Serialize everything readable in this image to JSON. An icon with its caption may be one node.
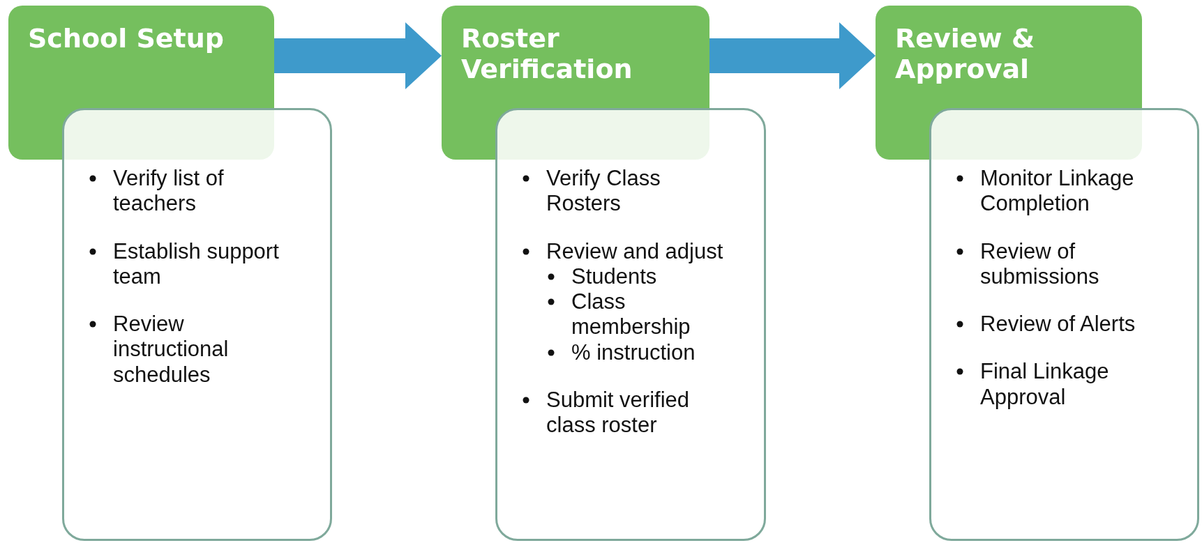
{
  "diagram": {
    "nodes": [
      {
        "text": [
          "School Setup"
        ]
      },
      {
        "text": [
          "Verify list of teachers",
          "Establish support team",
          "Review instructional schedules"
        ]
      },
      {
        "text": [
          "Roster Verification"
        ]
      },
      {
        "text": [
          "Verify Class Rosters",
          "Review and adjust",
          "Students",
          "Class membership",
          "% instruction",
          "Submit verified class roster"
        ]
      },
      {
        "text": [
          "Review & Approval"
        ]
      },
      {
        "text": [
          "Monitor Linkage Completion",
          "Review of submissions",
          "Review of Alerts",
          "Final Linkage Approval"
        ]
      }
    ],
    "edges": [
      {
        "from": 0,
        "to": 2,
        "arrow": "to"
      },
      {
        "from": 2,
        "to": 4,
        "arrow": "to"
      }
    ]
  }
}
